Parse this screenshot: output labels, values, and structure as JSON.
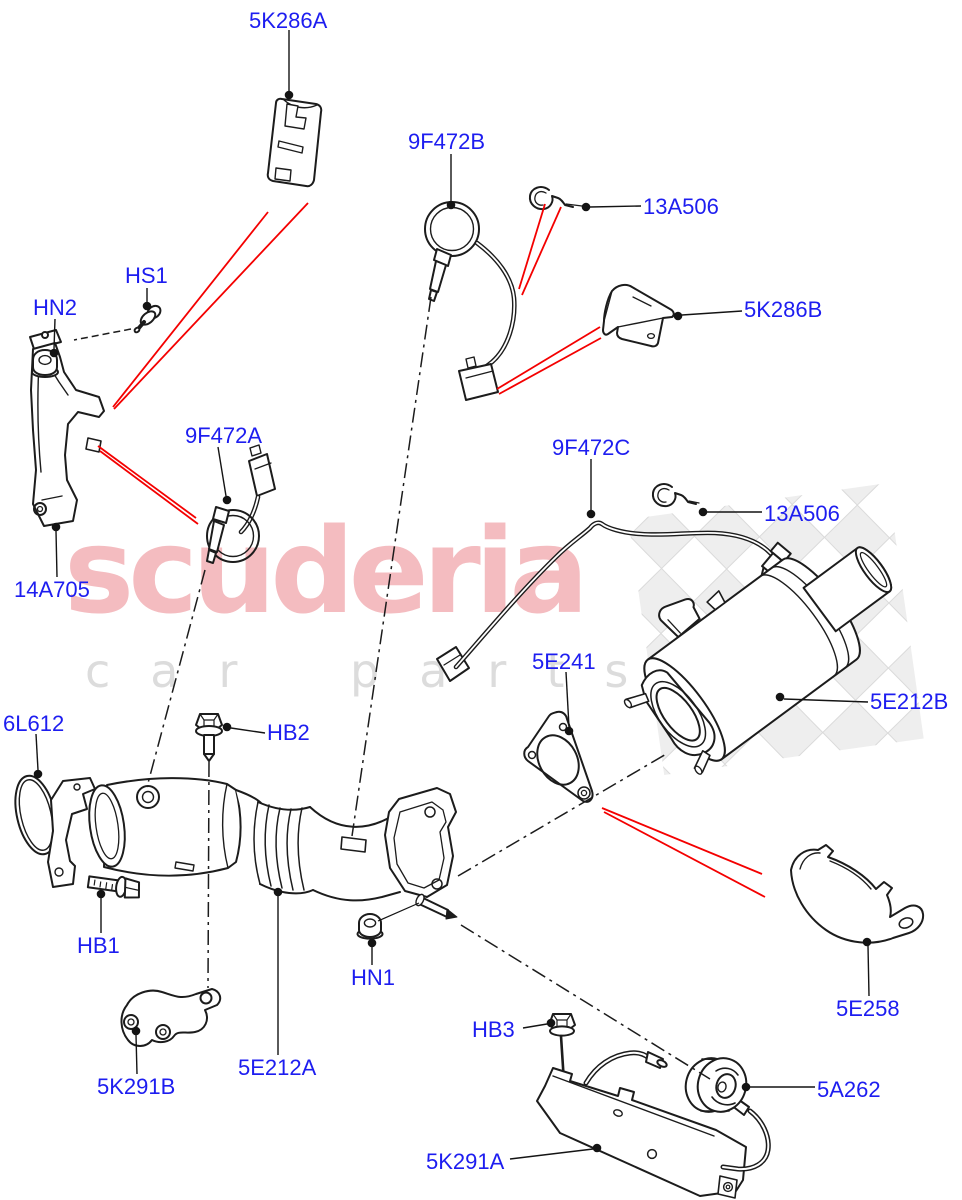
{
  "diagram": {
    "watermark": {
      "brand": "scuderia",
      "tagline": "car parts"
    },
    "colors": {
      "label_blue": "#1d1df0",
      "line_black": "#1c1c1c",
      "callout_red": "#f40000",
      "watermark_pink": "#f4bcc0",
      "watermark_gray": "#dcdcdc",
      "checker_gray": "#ececec"
    },
    "labels": [
      {
        "id": "5K286A",
        "text": "5K286A"
      },
      {
        "id": "9F472B",
        "text": "9F472B"
      },
      {
        "id": "13A506-1",
        "text": "13A506"
      },
      {
        "id": "5K286B",
        "text": "5K286B"
      },
      {
        "id": "HS1",
        "text": "HS1"
      },
      {
        "id": "HN2",
        "text": "HN2"
      },
      {
        "id": "9F472A",
        "text": "9F472A"
      },
      {
        "id": "9F472C",
        "text": "9F472C"
      },
      {
        "id": "13A506-2",
        "text": "13A506"
      },
      {
        "id": "14A705",
        "text": "14A705"
      },
      {
        "id": "5E241",
        "text": "5E241"
      },
      {
        "id": "5E212B",
        "text": "5E212B"
      },
      {
        "id": "6L612",
        "text": "6L612"
      },
      {
        "id": "HB2",
        "text": "HB2"
      },
      {
        "id": "HB1",
        "text": "HB1"
      },
      {
        "id": "HN1",
        "text": "HN1"
      },
      {
        "id": "5E258",
        "text": "5E258"
      },
      {
        "id": "5K291B",
        "text": "5K291B"
      },
      {
        "id": "5E212A",
        "text": "5E212A"
      },
      {
        "id": "HB3",
        "text": "HB3"
      },
      {
        "id": "5A262",
        "text": "5A262"
      },
      {
        "id": "5K291A",
        "text": "5K291A"
      }
    ]
  }
}
